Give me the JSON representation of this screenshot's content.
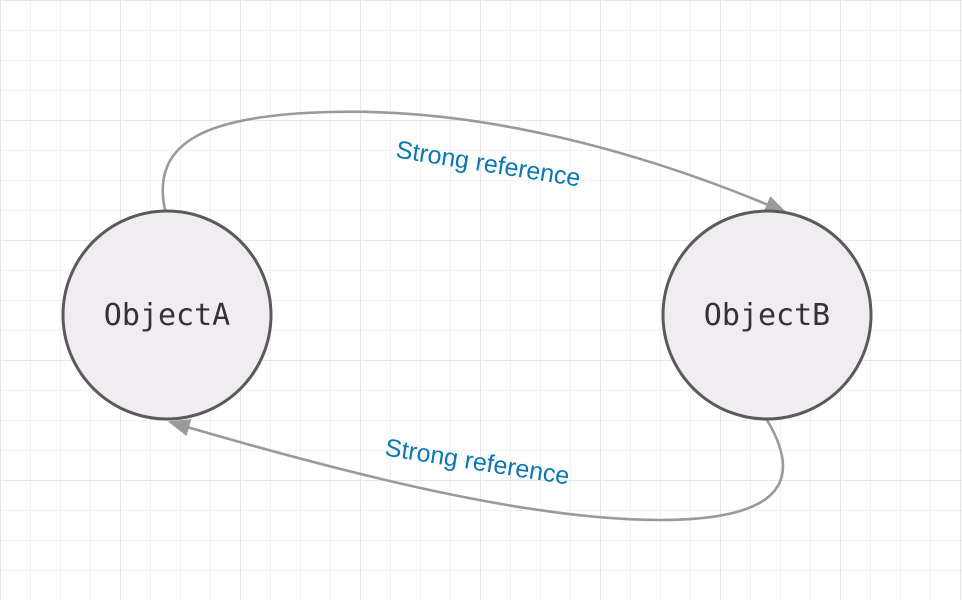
{
  "diagram": {
    "nodes": [
      {
        "id": "object-a",
        "label": "ObjectA"
      },
      {
        "id": "object-b",
        "label": "ObjectB"
      }
    ],
    "edges": [
      {
        "from": "ObjectA",
        "to": "ObjectB",
        "label": "Strong reference"
      },
      {
        "from": "ObjectB",
        "to": "ObjectA",
        "label": "Strong reference"
      }
    ],
    "colors": {
      "node_fill": "#f1ecf1",
      "node_stroke": "#5a5a5a",
      "edge_stroke": "#9a9a9a",
      "edge_label": "#0b78b4",
      "grid": "#e6e6e6"
    }
  }
}
